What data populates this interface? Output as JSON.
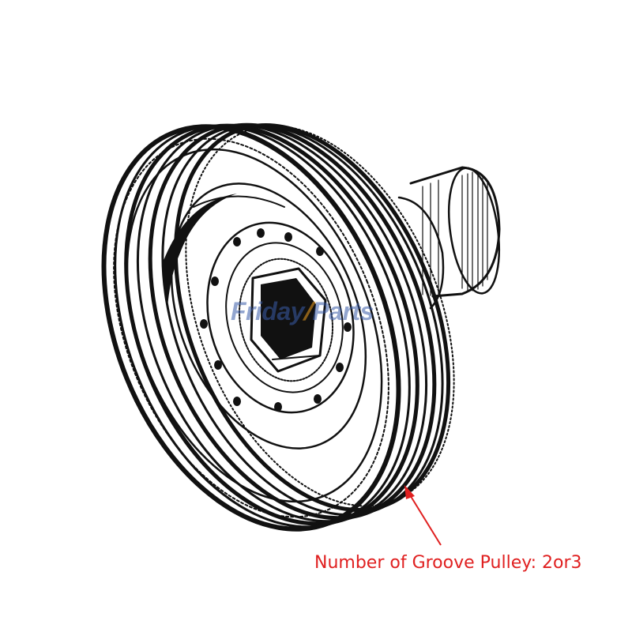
{
  "callout": {
    "text": "Number of Groove Pulley: 2or3",
    "color": "#e02020"
  },
  "watermark": {
    "part1": "Friday",
    "part2": "Parts",
    "color_text": "#3a5ca8",
    "color_slash": "#f0a020"
  },
  "illustration": {
    "subject": "groove-pulley-line-drawing",
    "line_color": "#111111"
  }
}
